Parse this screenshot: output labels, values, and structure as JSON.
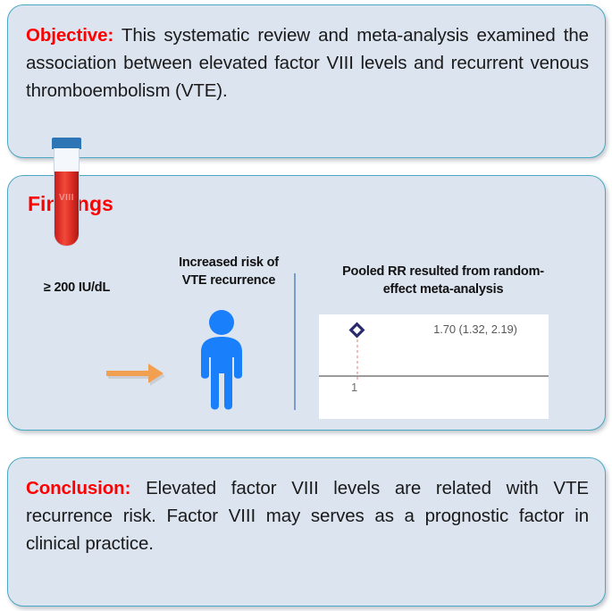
{
  "objective": {
    "lead": "Objective:",
    "text": " This systematic review and meta-analysis examined the association between elevated factor VIII levels and recurrent venous thromboembolism (VTE)."
  },
  "findings": {
    "title": "Findings",
    "tube_label": "≥ 200 IU/dL",
    "tube_blood_label": "VIII",
    "person_label": "Increased risk of VTE recurrence",
    "plot_label": "Pooled RR resulted from random-effect meta-analysis",
    "arrow_color": "#f0a050",
    "person_color": "#1a7ffb",
    "tube_cap_color": "#2e75b6",
    "tube_blood_color": "#e03128"
  },
  "chart_data": {
    "type": "forest",
    "title": "Pooled RR resulted from random-effect meta-analysis",
    "series": [
      {
        "name": "Pooled RR (random-effects)",
        "estimate": 1.7,
        "ci_low": 1.32,
        "ci_high": 2.19,
        "label": "1.70 (1.32, 2.19)",
        "marker": "diamond"
      }
    ],
    "null_value": 1,
    "xlabel": "",
    "ylabel": "",
    "tick_labels": [
      "1"
    ],
    "grid": false,
    "legend": "none",
    "diamond_color": "#2b2b6e",
    "null_line_color": "#f0bcbc"
  },
  "conclusion": {
    "lead": "Conclusion:",
    "text": " Elevated factor VIII levels are related with VTE recurrence risk. Factor VIII may serves as a prognostic factor in clinical practice."
  },
  "theme": {
    "panel_fill": "#dce4f0",
    "panel_border": "#4aa8c4",
    "accent_red": "#ff0000",
    "page_background": "#ffffff"
  }
}
